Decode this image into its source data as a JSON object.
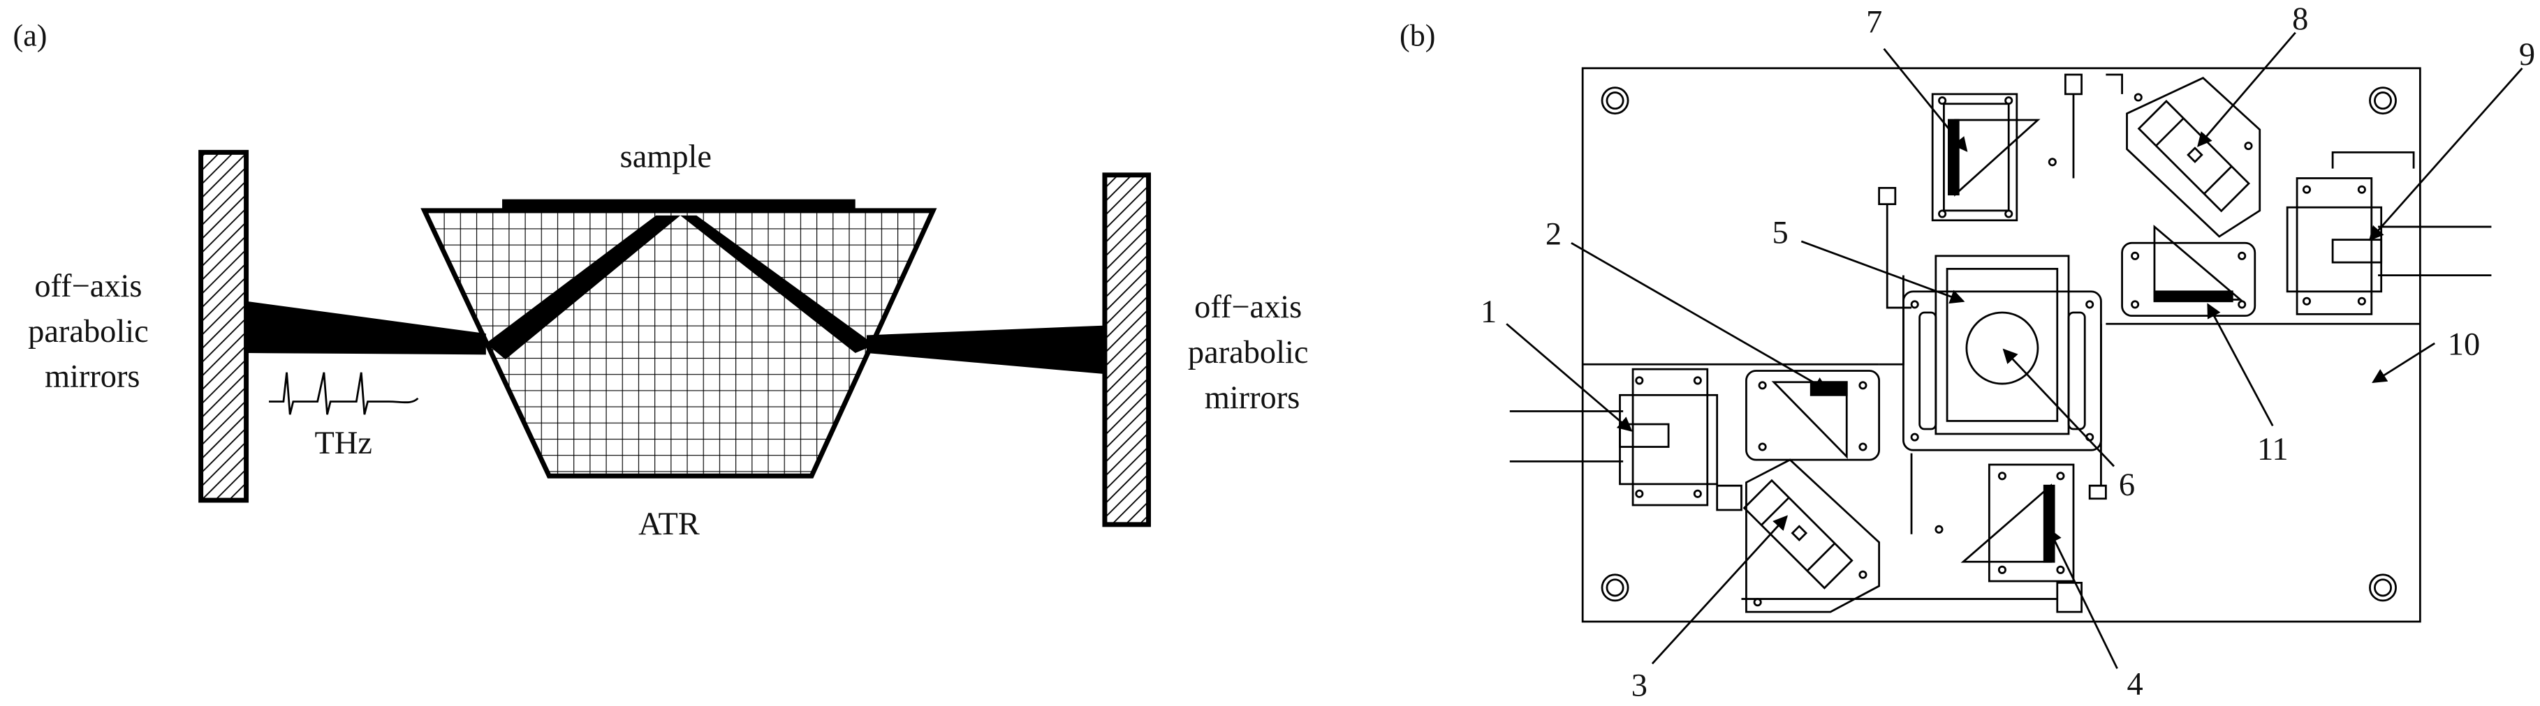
{
  "panel_a": {
    "label": "(a)",
    "sample_label": "sample",
    "mirror_left_label": [
      "off−axis",
      "parabolic",
      "mirrors"
    ],
    "mirror_right_label": [
      "off−axis",
      "parabolic",
      "mirrors"
    ],
    "thz_label": "THz",
    "atr_label": "ATR"
  },
  "panel_b": {
    "label": "(b)",
    "callouts": [
      "1",
      "2",
      "3",
      "4",
      "5",
      "6",
      "7",
      "8",
      "9",
      "10",
      "11"
    ]
  }
}
